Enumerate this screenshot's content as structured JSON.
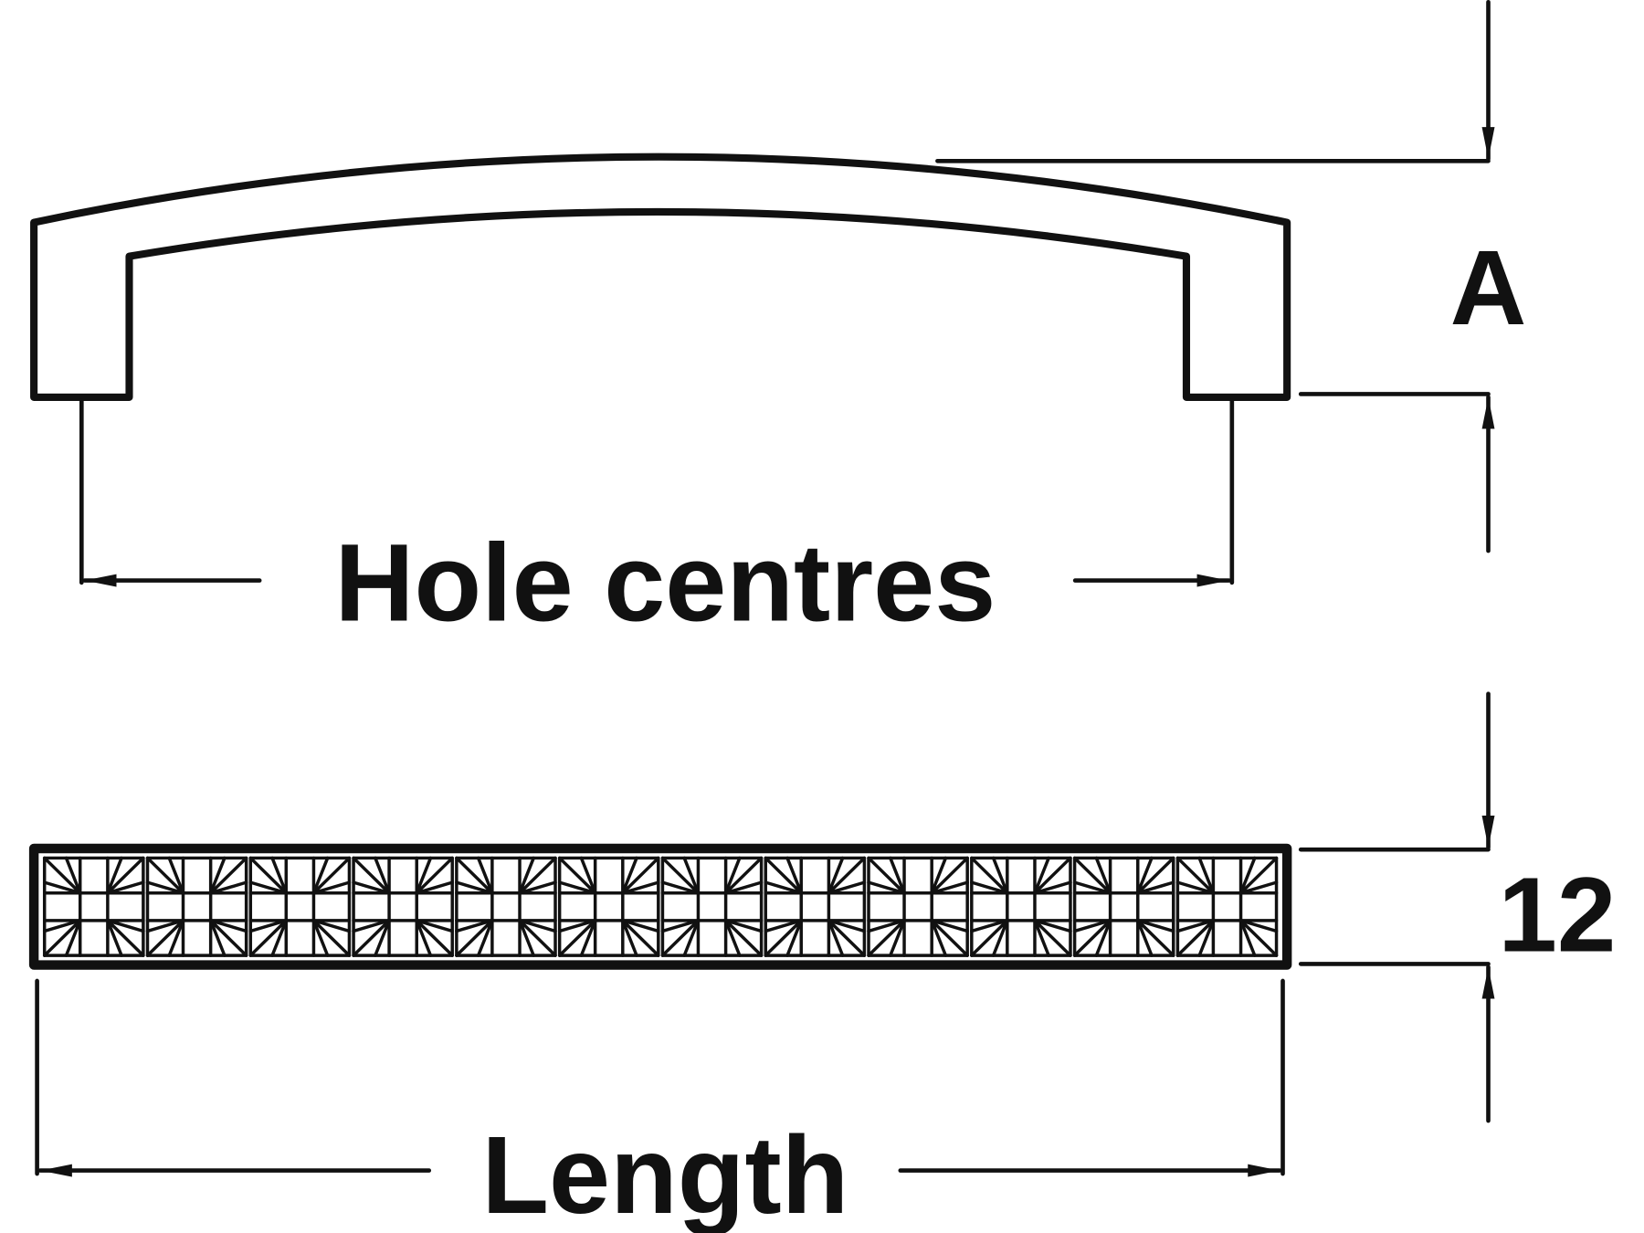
{
  "labels": {
    "hole_centres": "Hole centres",
    "height": "A",
    "thickness": "12",
    "length": "Length"
  },
  "pattern": {
    "tile_count": 12
  },
  "colors": {
    "ink": "#111111",
    "background": "#ffffff"
  }
}
